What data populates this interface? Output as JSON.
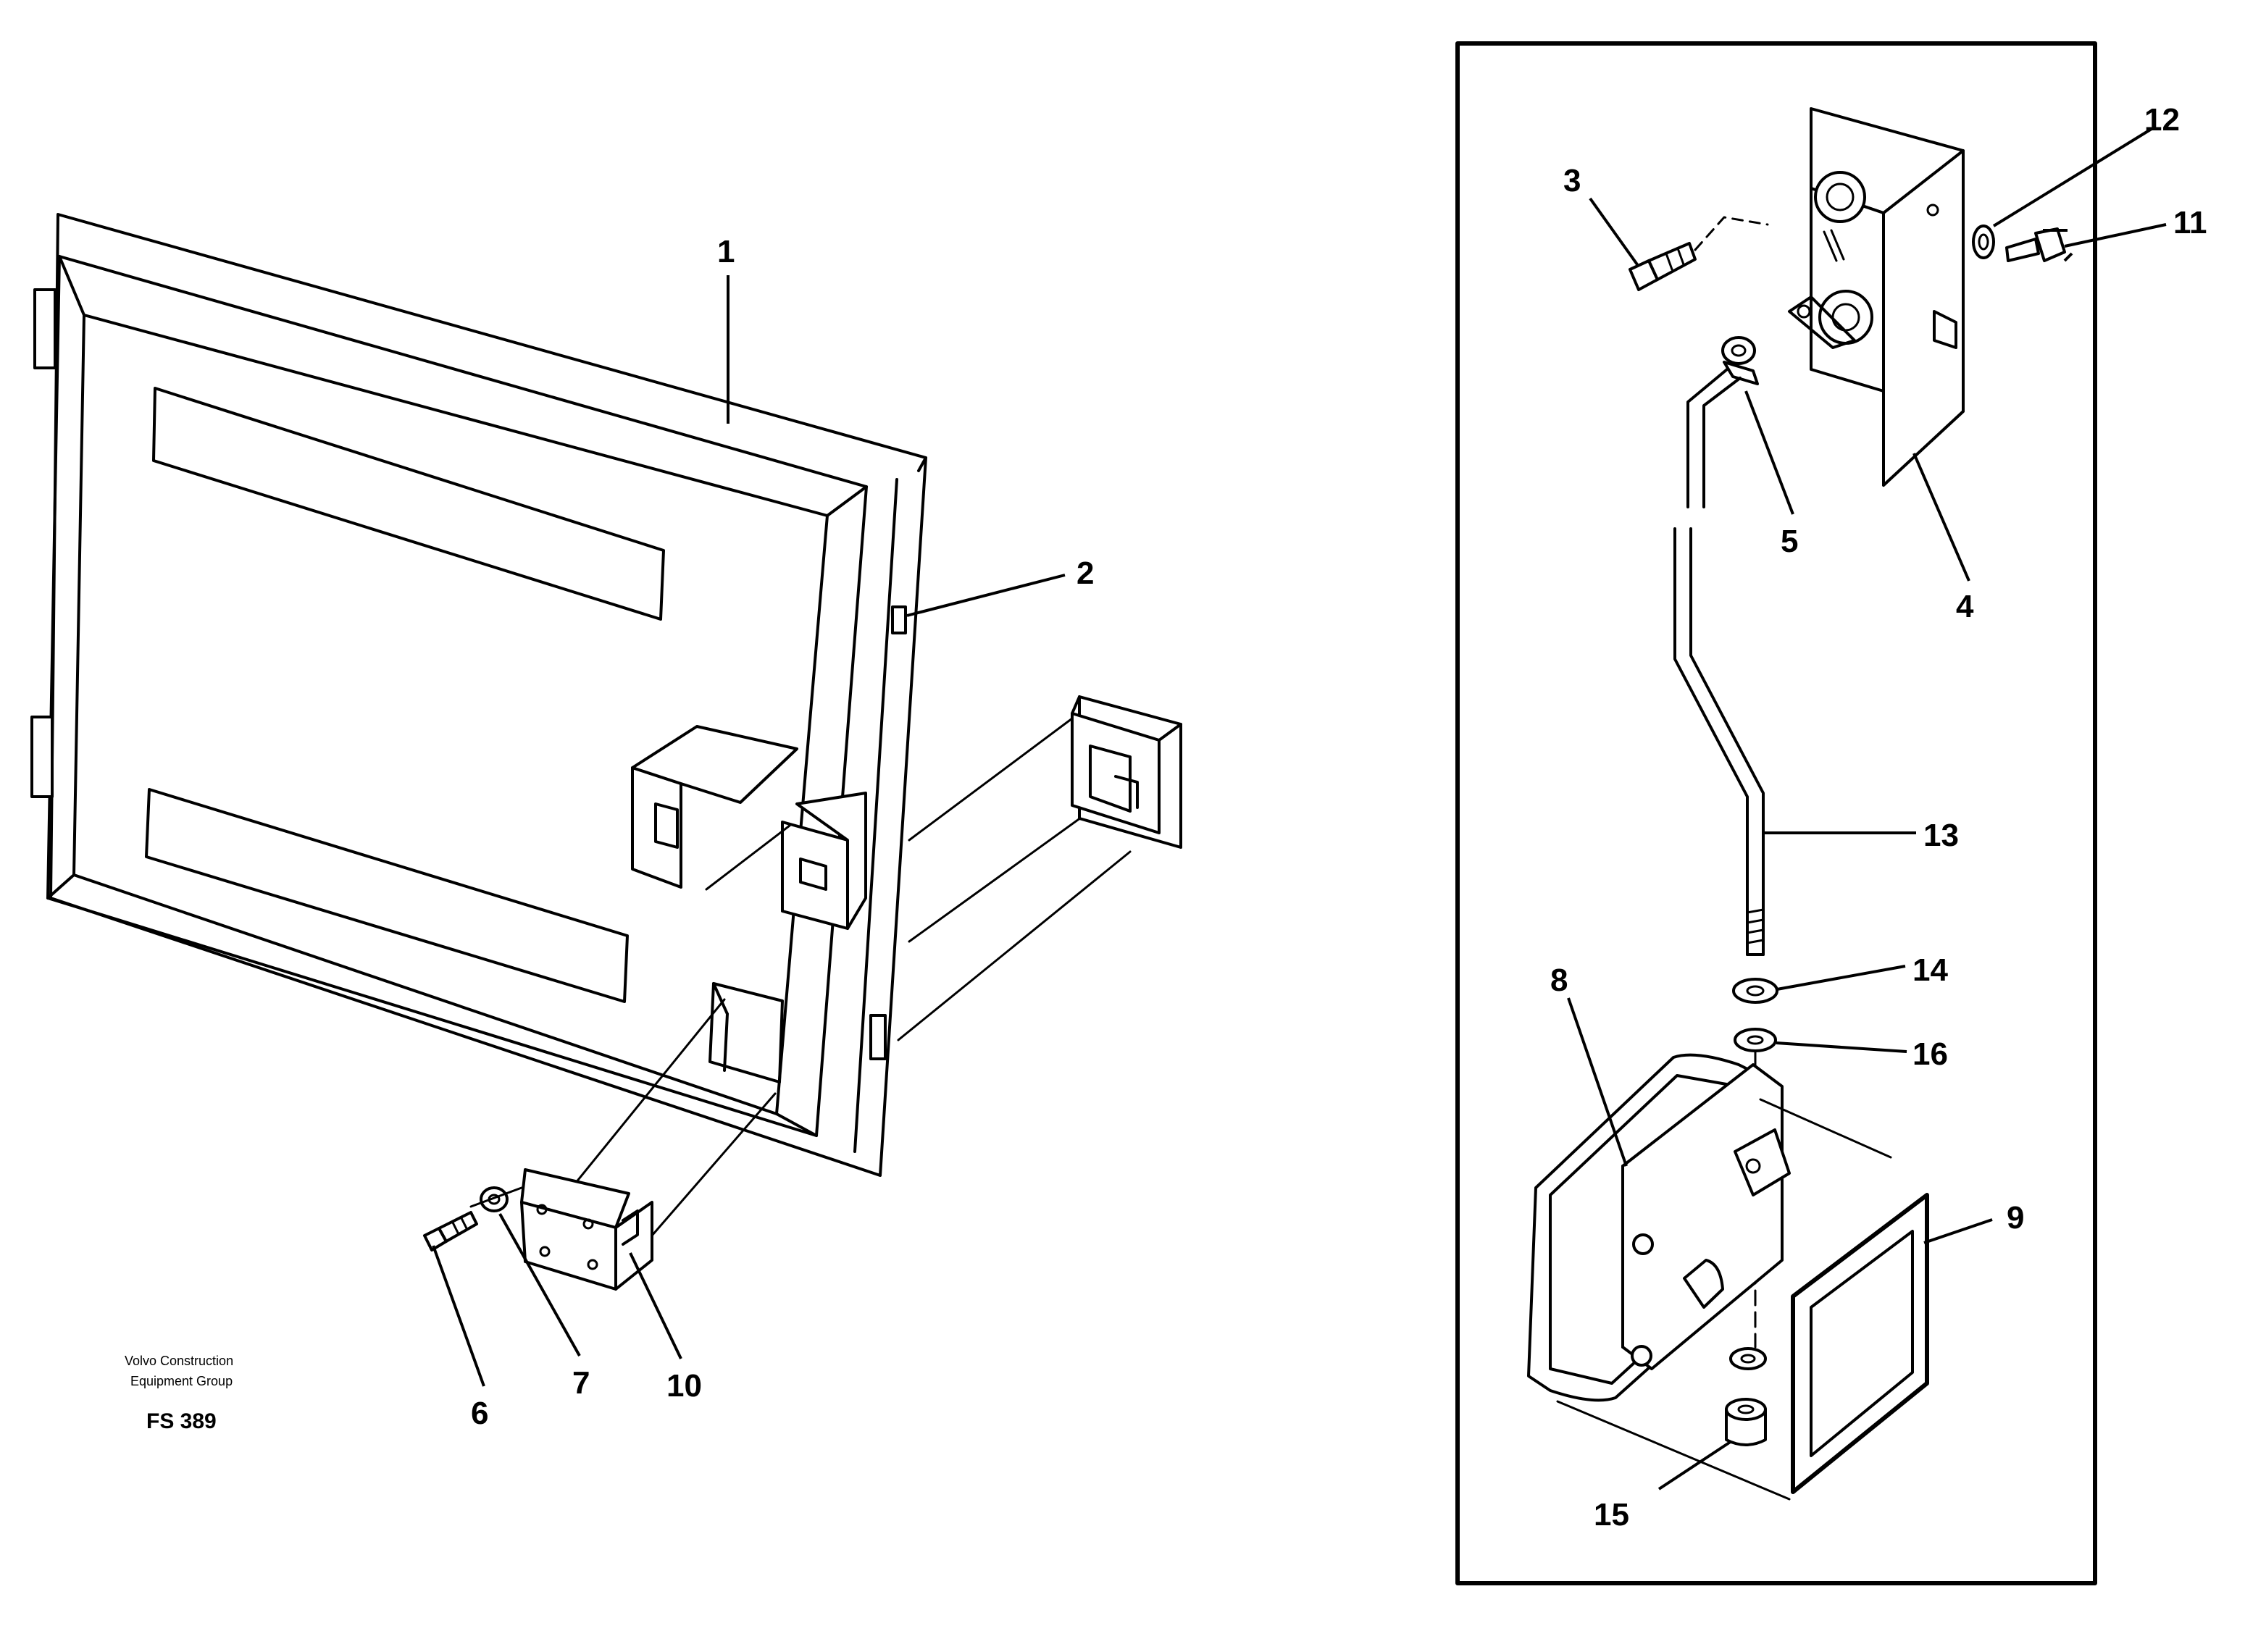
{
  "credit": {
    "line1": "Volvo Construction",
    "line2": "Equipment Group"
  },
  "figure_code": "FS 389",
  "callouts": {
    "c1": "1",
    "c2": "2",
    "c3": "3",
    "c4": "4",
    "c5": "5",
    "c6": "6",
    "c7": "7",
    "c8": "8",
    "c9": "9",
    "c10": "10",
    "c11": "11",
    "c12": "12",
    "c13": "13",
    "c14": "14",
    "c15": "15",
    "c16": "16"
  }
}
